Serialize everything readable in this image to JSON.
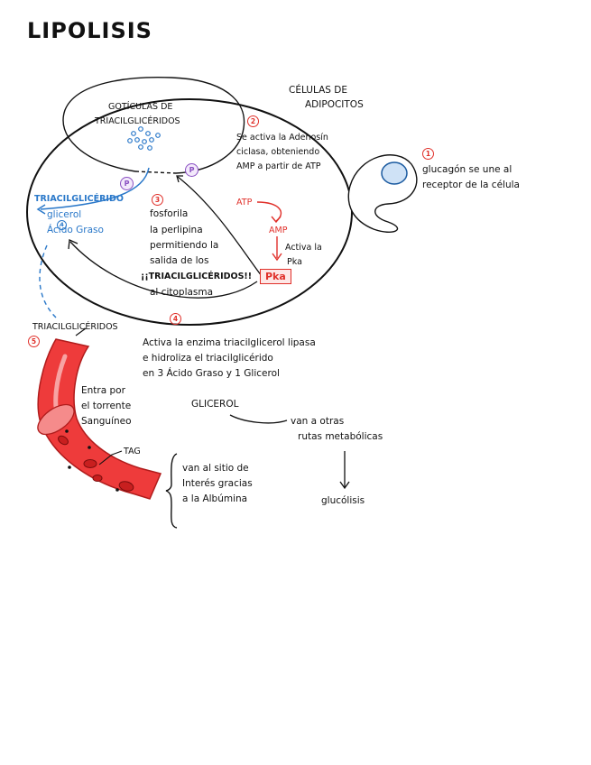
{
  "title": "LIPOLISIS",
  "cell_label": [
    "CÉLULAS DE",
    "ADIPOCITOS"
  ],
  "droplet_label": [
    "GOTÍCULAS DE",
    "TRIACILGLICÉRIDOS"
  ],
  "step1": {
    "num": "1",
    "lines": [
      "glucagón se une al",
      "receptor de la célula"
    ]
  },
  "step2": {
    "num": "2",
    "lines": [
      "Se activa la Adenosín",
      "ciclasa, obteniendo",
      "AMP a partir de ATP"
    ]
  },
  "step3": {
    "num": "3",
    "lines": [
      "fosforila",
      "la perlipina",
      "permitiendo la",
      "salida de los",
      "¡¡TRIACILGLICÉRIDOS!!",
      "al citoplasma"
    ]
  },
  "step4": {
    "num": "4",
    "lines": [
      "Activa la enzima triacilglicerol lipasa",
      "e hidroliza el triacilglicérido",
      "en 3 Ácido Graso y 1 Glicerol"
    ]
  },
  "step5": {
    "num": "5"
  },
  "atp": "ATP",
  "amp": "AMP",
  "activa": [
    "Activa la",
    "Pka"
  ],
  "pka": "Pka",
  "phospho": "P",
  "products": {
    "tag": "TRIACILGLICÉRIDO",
    "glicerol": "glicerol",
    "acido": "Ácido Graso",
    "num": "4"
  },
  "tag_out": "TRIACILGLICÉRIDOS",
  "torrente": [
    "Entra por",
    "el torrente",
    "Sanguíneo"
  ],
  "tag_small": "TAG",
  "albumina": [
    "van al sitio de",
    "Interés gracias",
    "a la Albúmina"
  ],
  "glicerol_label": "GLICEROL",
  "rutas": [
    "van a otras",
    "rutas metabólicas"
  ],
  "glucolisis": "glucólisis",
  "colors": {
    "red": "#e0302a",
    "blue": "#2a78c9",
    "purple": "#8a4fc2",
    "vessel": "#ee3b3b"
  }
}
